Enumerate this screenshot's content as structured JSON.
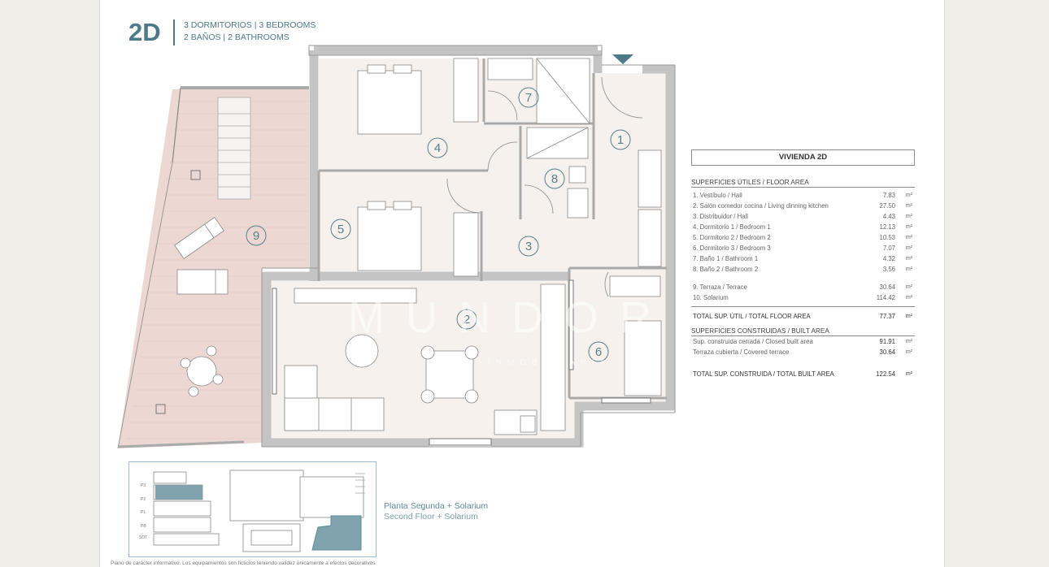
{
  "header": {
    "code": "2D",
    "line1": "3 DORMITORIOS | 3 BEDROOMS",
    "line2": "2 BAÑOS | 2 BATHROOMS"
  },
  "plan": {
    "rooms": [
      "1",
      "2",
      "3",
      "4",
      "5",
      "6",
      "7",
      "8",
      "9"
    ],
    "watermark": "MUNDOR",
    "watermark_sub": "INMOBILIARIA"
  },
  "table": {
    "title": "VIVIENDA 2D",
    "floor_area_heading": "SUPERFICIES ÚTILES / FLOOR AREA",
    "rows": [
      {
        "label": "1. Vestíbulo / Hall",
        "value": "7.83",
        "unit": "m²"
      },
      {
        "label": "2. Salón comedor cocina / Living dinning kitchen",
        "value": "27.50",
        "unit": "m²"
      },
      {
        "label": "3. Distribuidor / Hall",
        "value": "4.43",
        "unit": "m²"
      },
      {
        "label": "4. Dormitorio 1 / Bedroom 1",
        "value": "12.13",
        "unit": "m²"
      },
      {
        "label": "5. Dormitorio 2 / Bedroom 2",
        "value": "10.53",
        "unit": "m²"
      },
      {
        "label": "6. Dormitorio 3 / Bedroom 3",
        "value": "7.07",
        "unit": "m²"
      },
      {
        "label": "7. Baño 1 / Bathroom 1",
        "value": "4.32",
        "unit": "m²"
      },
      {
        "label": "8. Baño 2 / Bathroom 2",
        "value": "3.56",
        "unit": "m²"
      }
    ],
    "extra_rows": [
      {
        "label": "9. Terraza / Terrace",
        "value": "30.64",
        "unit": "m²"
      },
      {
        "label": "10. Solarium",
        "value": "114.42",
        "unit": "m²"
      }
    ],
    "total_floor": {
      "label": "TOTAL SUP. ÚTIL / TOTAL FLOOR AREA",
      "value": "77.37",
      "unit": "m²"
    },
    "built_heading": "SUPERFICIES CONSTRUIDAS / BUILT AREA",
    "built_rows": [
      {
        "label": "Sup. construida cerrada / Closed built area",
        "value": "91.91",
        "unit": "m²"
      },
      {
        "label": "Terraza cubierta / Covered terrace",
        "value": "30.64",
        "unit": "m²"
      }
    ],
    "total_built": {
      "label": "TOTAL SUP. CONSTRUIDA / TOTAL BUILT AREA",
      "value": "122.54",
      "unit": "m²"
    }
  },
  "keyplan": {
    "levels": [
      "P3",
      "P2",
      "P1",
      "PB",
      "SOT"
    ],
    "caption_es": "Planta Segunda + Solarium",
    "caption_en": "Second Floor + Solarium"
  },
  "footer": "Plano de carácter informativo. Los equipamientos son ficticios teniendo validez únicamente a efectos decorativos.",
  "colors": {
    "accent": "#4c7a88",
    "wall": "#c4c4c4",
    "floor": "#f6f1ec",
    "terrace": "#ecd7d2",
    "highlight": "#7fa2ad"
  }
}
